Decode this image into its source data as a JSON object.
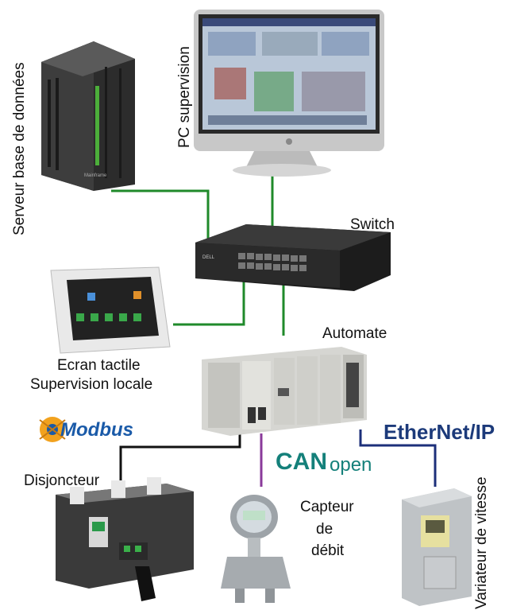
{
  "labels": {
    "server": "Serveur base de données",
    "pc": "PC supervision",
    "switch": "Switch",
    "touch_line1": "Ecran tactile",
    "touch_line2": "Supervision locale",
    "plc": "Automate",
    "breaker": "Disjoncteur",
    "flow_line1": "Capteur",
    "flow_line2": "de",
    "flow_line3": "débit",
    "drive": "Variateur de vitesse"
  },
  "logos": {
    "modbus": "Modbus",
    "canopen_a": "CAN",
    "canopen_b": "open",
    "ethernetip": "EtherNet/IP"
  },
  "device_text": {
    "switch_brand": "DELL",
    "server_brand": "Mainframe"
  },
  "colors": {
    "ethernet_line": "#1f8a2a",
    "modbus_line": "#111111",
    "canopen_line": "#8a3a9a",
    "ethernetip_line": "#1c2f7a",
    "canopen_logo": "#14807a",
    "modbus_logo": "#1a5aa8",
    "ethernetip_logo": "#1c3a7a"
  }
}
